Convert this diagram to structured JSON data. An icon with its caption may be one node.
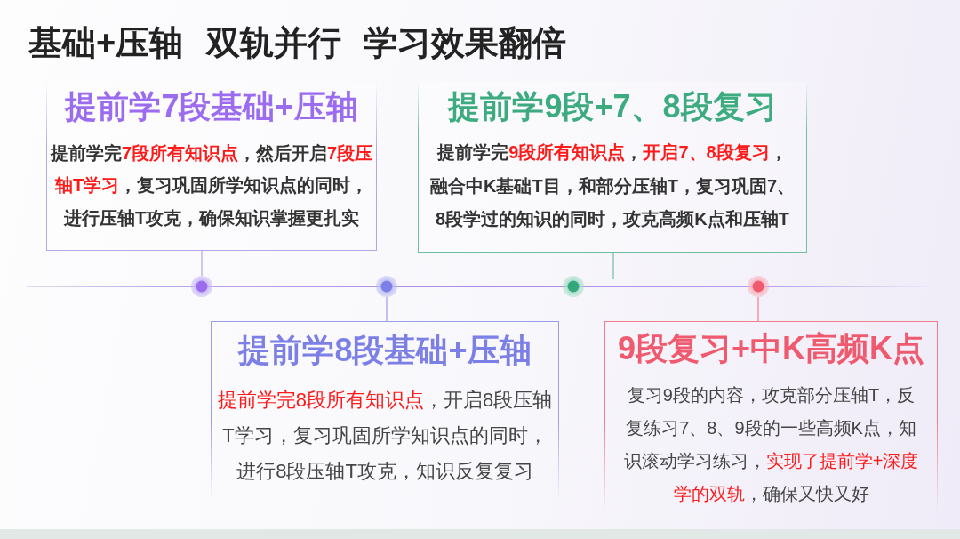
{
  "diagram": {
    "title": "基础+压轴 双轨并行 学习效果翻倍",
    "nodes": [
      {
        "text": [
          "提前学7段基础+压轴",
          "提前学完**7段所有知识点**，然后开启**7段压轴T学习**，复习巩固所学知识点的同时，进行压轴T攻克，确保知识掌握更扎实"
        ]
      },
      {
        "text": [
          "提前学9段+7、8段复习",
          "提前学完**9段所有知识点**，**开启7、8段复习**，融合中K基础T目，和部分压轴T，复习巩固7、8段学过的知识的同时，攻克高频K点和压轴T"
        ]
      },
      {
        "text": [],
        "shape": "circle"
      },
      {
        "text": [],
        "shape": "circle"
      },
      {
        "text": [],
        "shape": "circle"
      },
      {
        "text": [],
        "shape": "circle"
      },
      {
        "text": [
          "提前学8段基础+压轴",
          "**提前学完8段所有知识点**，开启8段压轴T学习，复习巩固所学知识点的同时，进行8段压轴T攻克，知识反复复习"
        ]
      },
      {
        "text": [
          "9段复习+中K高频K点",
          "复习9段的内容，攻克部分压轴T，反复练习7、8、9段的一些高频K点，知识滚动学习练习，**实现了提前学+深度学的双轨**，确保又快又好"
        ]
      }
    ],
    "edges": [
      {
        "from": 0,
        "to": 2,
        "arrow": "none",
        "color": "#b7a6e6"
      },
      {
        "from": 1,
        "to": null,
        "arrow": "none",
        "color": "#6dbf9f"
      },
      {
        "from": 3,
        "to": 6,
        "arrow": "none",
        "color": "#9d9ce8"
      },
      {
        "from": 5,
        "to": 7,
        "arrow": "none",
        "color": "#ef7d8c"
      }
    ]
  }
}
